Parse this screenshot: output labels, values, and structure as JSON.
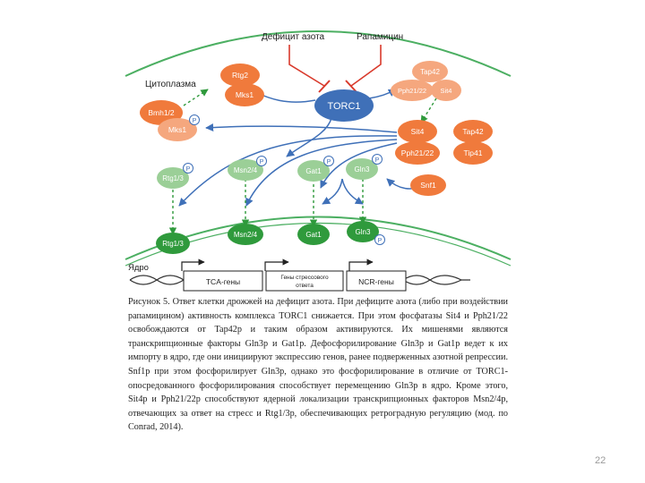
{
  "diagram": {
    "signals": {
      "nitrogen_deficit": "Дефицит азота",
      "rapamycin": "Рапамицин"
    },
    "compartments": {
      "cytoplasm": "Цитоплазма",
      "nucleus": "Ядро"
    },
    "nodes": {
      "torc1": "TORC1",
      "rtg2": "Rtg2",
      "mks1_top": "Mks1",
      "bmh12": "Bmh1/2",
      "mks1_p": "Mks1",
      "tap42_top": "Tap42",
      "pph2122_top": "Pph21/22",
      "sit4_top": "Sit4",
      "sit4": "Sit4",
      "pph2122": "Pph21/22",
      "tap42_free": "Tap42",
      "tip41": "Tip41",
      "snf1": "Snf1",
      "rtg13_cyto": "Rtg1/3",
      "msn24_cyto": "Msn2/4",
      "gat1_cyto": "Gat1",
      "gln3_cyto": "Gln3",
      "rtg13_nuc": "Rtg1/3",
      "msn24_nuc": "Msn2/4",
      "gat1_nuc": "Gat1",
      "gln3_nuc": "Gln3"
    },
    "phospho": "P",
    "genes": {
      "tca": "TCA-гены",
      "stress_line1": "Гены стрессового",
      "stress_line2": "ответа",
      "ncr": "NCR-гены"
    },
    "colors": {
      "orange": "#f07a3c",
      "orange_light": "#f5a77e",
      "blue": "#3f70b8",
      "green_dark": "#2f9a3c",
      "green_light": "#9bcf97",
      "membrane": "#4caf62",
      "inhibit": "#d93a2c"
    }
  },
  "caption": "Рисунок 5. Ответ клетки дрожжей на дефицит азота. При дефиците азота (либо при воздействии рапамицином) активность комплекса TORC1 снижается. При этом фосфатазы Sit4 и Pph21/22 освобождаются от Tap42p и таким образом активируются. Их мишенями являются транскрипционные факторы Gln3p и Gat1p. Дефосфорилирование Gln3p и Gat1p ведет к их импорту в ядро, где они инициируют экспрессию генов, ранее подверженных азотной репрессии. Snf1p при этом фосфорилирует Gln3p, однако это фосфорилирование в отличие от TORC1-опосредованного фосфорилирования способствует перемещению Gln3p в ядро. Кроме этого, Sit4p и Pph21/22p способствуют ядерной локализации транскрипционных факторов Msn2/4p, отвечающих за ответ на стресс и Rtg1/3p, обеспечивающих ретроградную регуляцию (мод. по Conrad, 2014).",
  "page_number": "22"
}
